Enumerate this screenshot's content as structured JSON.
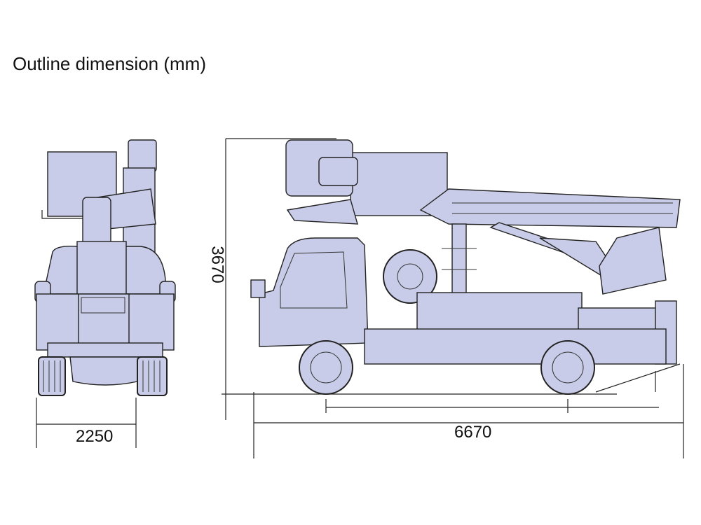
{
  "title": "Outline dimension (mm)",
  "dimensions": {
    "width": "2250",
    "height": "3670",
    "length": "6670"
  },
  "colors": {
    "vehicle_fill": "#c9cce8",
    "line": "#222222"
  }
}
